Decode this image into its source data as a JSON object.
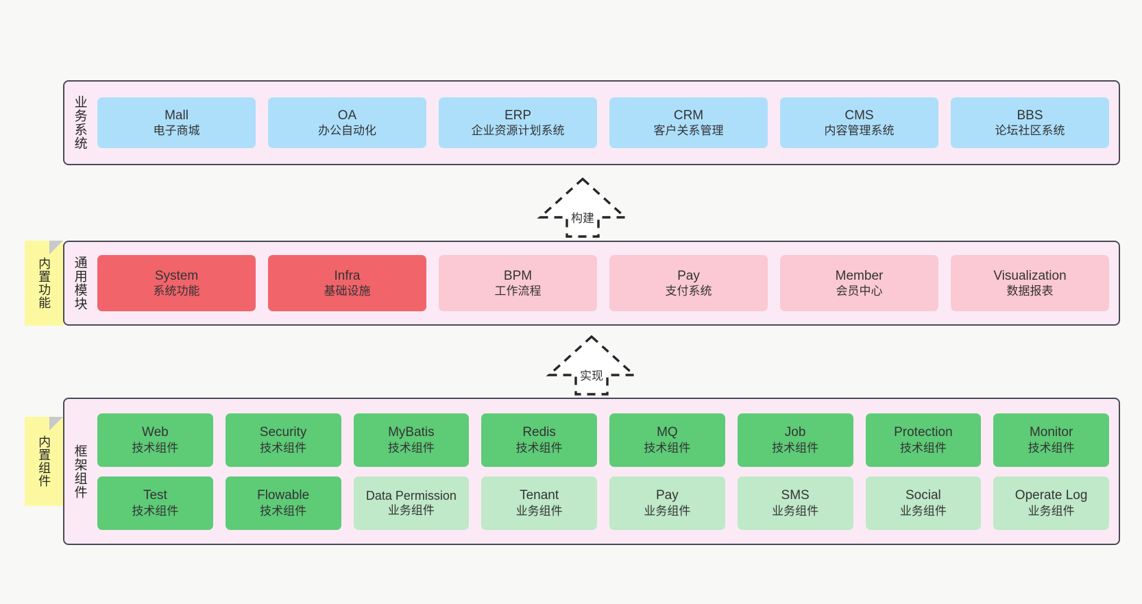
{
  "layers": [
    {
      "id": "business-systems",
      "title": "业务系统",
      "rows": [
        {
          "cards": [
            {
              "t1": "Mall",
              "t2": "电子商城",
              "color": "#addffb"
            },
            {
              "t1": "OA",
              "t2": "办公自动化",
              "color": "#addffb"
            },
            {
              "t1": "ERP",
              "t2": "企业资源计划系统",
              "color": "#addffb"
            },
            {
              "t1": "CRM",
              "t2": "客户关系管理",
              "color": "#addffb"
            },
            {
              "t1": "CMS",
              "t2": "内容管理系统",
              "color": "#addffb"
            },
            {
              "t1": "BBS",
              "t2": "论坛社区系统",
              "color": "#addffb"
            }
          ]
        }
      ]
    },
    {
      "id": "common-modules",
      "title": "通用模块",
      "rows": [
        {
          "cards": [
            {
              "t1": "System",
              "t2": "系统功能",
              "color": "#f1646a"
            },
            {
              "t1": "Infra",
              "t2": "基础设施",
              "color": "#f1646a"
            },
            {
              "t1": "BPM",
              "t2": "工作流程",
              "color": "#fbc9d3"
            },
            {
              "t1": "Pay",
              "t2": "支付系统",
              "color": "#fbc9d3"
            },
            {
              "t1": "Member",
              "t2": "会员中心",
              "color": "#fbc9d3"
            },
            {
              "t1": "Visualization",
              "t2": "数据报表",
              "color": "#fbc9d3"
            }
          ]
        }
      ]
    },
    {
      "id": "framework-components",
      "title": "框架组件",
      "rows": [
        {
          "cards": [
            {
              "t1": "Web",
              "t2": "技术组件",
              "color": "#5ecb77"
            },
            {
              "t1": "Security",
              "t2": "技术组件",
              "color": "#5ecb77"
            },
            {
              "t1": "MyBatis",
              "t2": "技术组件",
              "color": "#5ecb77"
            },
            {
              "t1": "Redis",
              "t2": "技术组件",
              "color": "#5ecb77"
            },
            {
              "t1": "MQ",
              "t2": "技术组件",
              "color": "#5ecb77"
            },
            {
              "t1": "Job",
              "t2": "技术组件",
              "color": "#5ecb77"
            },
            {
              "t1": "Protection",
              "t2": "技术组件",
              "color": "#5ecb77"
            },
            {
              "t1": "Monitor",
              "t2": "技术组件",
              "color": "#5ecb77"
            }
          ]
        },
        {
          "cards": [
            {
              "t1": "Test",
              "t2": "技术组件",
              "color": "#5ecb77"
            },
            {
              "t1": "Flowable",
              "t2": "技术组件",
              "color": "#5ecb77"
            },
            {
              "t1": "Data Permission",
              "t2": "业务组件",
              "color": "#bfe9c8"
            },
            {
              "t1": "Tenant",
              "t2": "业务组件",
              "color": "#bfe9c8"
            },
            {
              "t1": "Pay",
              "t2": "业务组件",
              "color": "#bfe9c8"
            },
            {
              "t1": "SMS",
              "t2": "业务组件",
              "color": "#bfe9c8"
            },
            {
              "t1": "Social",
              "t2": "业务组件",
              "color": "#bfe9c8"
            },
            {
              "t1": "Operate Log",
              "t2": "业务组件",
              "color": "#bfe9c8"
            }
          ]
        }
      ]
    }
  ],
  "sticky_tabs": [
    {
      "id": "builtin-function",
      "label": "内置功能"
    },
    {
      "id": "builtin-component",
      "label": "内置组件"
    }
  ],
  "arrows": [
    {
      "id": "build",
      "label": "构建"
    },
    {
      "id": "implement",
      "label": "实现"
    }
  ],
  "colors": {
    "canvas": "#f8f8f7",
    "layer_bg": "#fbeaf5",
    "layer_border": "#4a4a55",
    "sticky": "#fcf8a0",
    "sticky_fold": "#c9c9c9",
    "blue": "#addffb",
    "red": "#f1646a",
    "pink": "#fbc9d3",
    "green": "#5ecb77",
    "light_green": "#bfe9c8",
    "arrow_stroke": "#262626"
  }
}
